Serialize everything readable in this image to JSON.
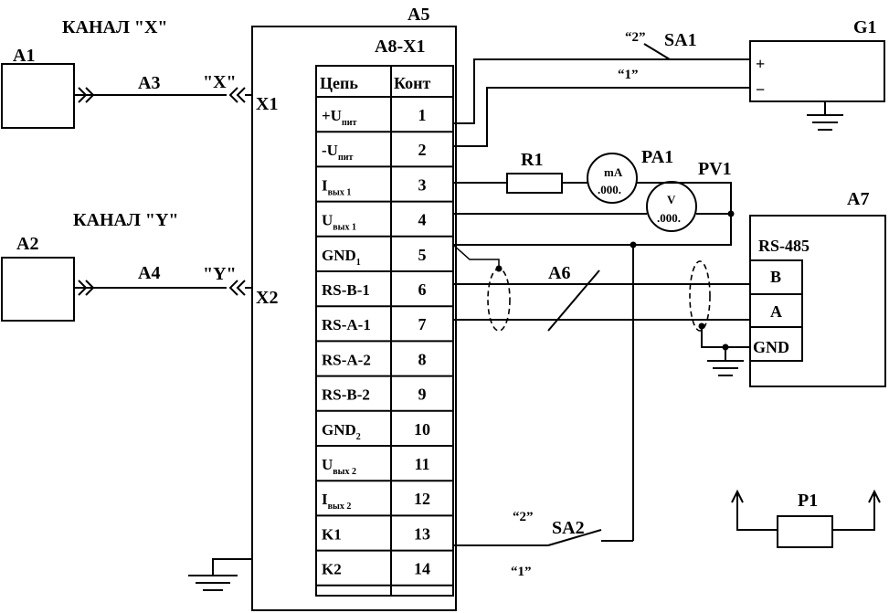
{
  "channels": {
    "x_title": "КАНАЛ \"X\"",
    "y_title": "КАНАЛ \"Y\""
  },
  "blocks": {
    "a1": "A1",
    "a2": "A2",
    "a3": "A3",
    "a4": "A4",
    "a5": "A5",
    "a6": "A6",
    "a7": "A7",
    "g1": "G1",
    "p1": "P1",
    "r1": "R1",
    "pa1": "PA1",
    "pv1": "PV1",
    "sa1": "SA1",
    "sa2": "SA2"
  },
  "connectors": {
    "x1": "X1",
    "x2": "X2",
    "x_plug": "\"X\"",
    "y_plug": "\"Y\""
  },
  "terminal_table": {
    "title": "A8-X1",
    "headers": [
      "Цепь",
      "Конт"
    ],
    "rows": [
      {
        "circuit": "+U",
        "sub": "пит",
        "contact": "1"
      },
      {
        "circuit": "-U",
        "sub": "пит",
        "contact": "2"
      },
      {
        "circuit": "I",
        "sub": "вых 1",
        "contact": "3"
      },
      {
        "circuit": "U",
        "sub": "вых 1",
        "contact": "4"
      },
      {
        "circuit": "GND",
        "sub": "1",
        "contact": "5"
      },
      {
        "circuit": "RS-B-1",
        "sub": "",
        "contact": "6"
      },
      {
        "circuit": "RS-A-1",
        "sub": "",
        "contact": "7"
      },
      {
        "circuit": "RS-A-2",
        "sub": "",
        "contact": "8"
      },
      {
        "circuit": "RS-B-2",
        "sub": "",
        "contact": "9"
      },
      {
        "circuit": "GND",
        "sub": "2",
        "contact": "10"
      },
      {
        "circuit": "U",
        "sub": "вых 2",
        "contact": "11"
      },
      {
        "circuit": "I",
        "sub": "вых 2",
        "contact": "12"
      },
      {
        "circuit": "K1",
        "sub": "",
        "contact": "13"
      },
      {
        "circuit": "K2",
        "sub": "",
        "contact": "14"
      }
    ]
  },
  "switch_positions": {
    "sa1_pos2": "“2”",
    "sa1_pos1": "“1”",
    "sa2_pos2": "“2”",
    "sa2_pos1": "“1”"
  },
  "power_supply": {
    "plus": "+",
    "minus": "−"
  },
  "meters": {
    "pa1_unit": "mA",
    "pa1_reading": ".000.",
    "pv1_unit": "V",
    "pv1_reading": ".000."
  },
  "rs485": {
    "title": "RS-485",
    "b": "B",
    "a": "A",
    "gnd": "GND"
  }
}
